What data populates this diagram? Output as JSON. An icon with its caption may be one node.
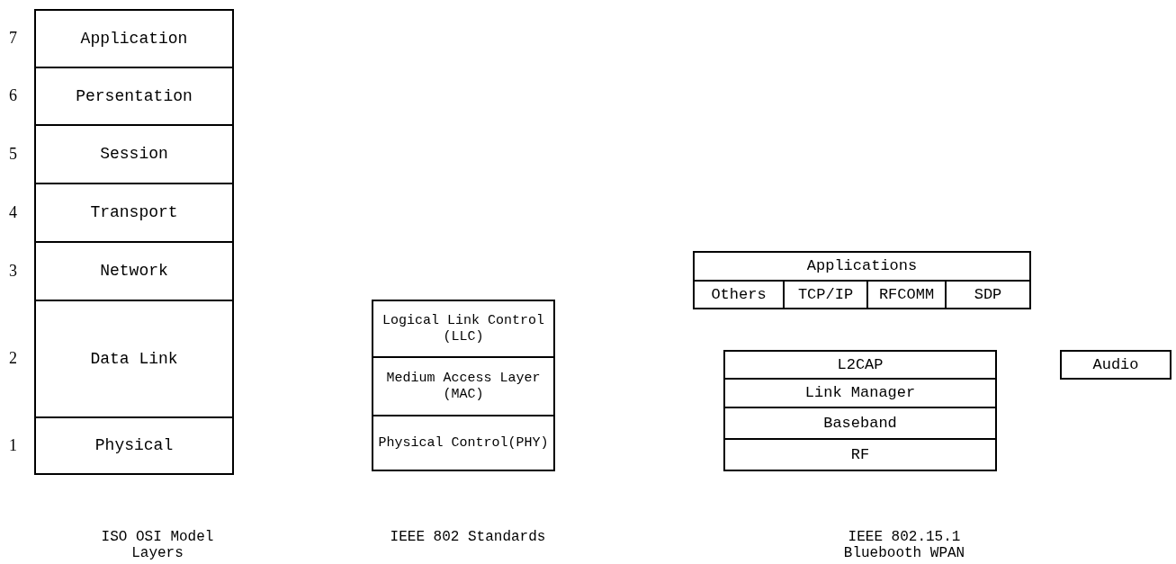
{
  "diagram": {
    "nodes": [
      {
        "text": [
          "Application"
        ],
        "beside": [
          "7"
        ]
      },
      {
        "text": [
          "Persentation"
        ],
        "beside": [
          "6"
        ]
      },
      {
        "text": [
          "Session"
        ],
        "beside": [
          "5"
        ]
      },
      {
        "text": [
          "Transport"
        ],
        "beside": [
          "4"
        ]
      },
      {
        "text": [
          "Network"
        ],
        "beside": [
          "3"
        ]
      },
      {
        "text": [
          "Data Link"
        ],
        "beside": [
          "2"
        ]
      },
      {
        "text": [
          "Physical"
        ],
        "beside": [
          "1"
        ]
      },
      {
        "text": [
          "Logical Link Control (LLC)"
        ]
      },
      {
        "text": [
          "Medium Access Layer (MAC)"
        ]
      },
      {
        "text": [
          "Physical Control(PHY)"
        ]
      },
      {
        "text": [
          "Applications"
        ]
      },
      {
        "text": [
          "Others"
        ]
      },
      {
        "text": [
          "TCP/IP"
        ]
      },
      {
        "text": [
          "RFCOMM"
        ]
      },
      {
        "text": [
          "SDP"
        ]
      },
      {
        "text": [
          "L2CAP"
        ]
      },
      {
        "text": [
          "Link Manager"
        ]
      },
      {
        "text": [
          "Baseband"
        ]
      },
      {
        "text": [
          "RF"
        ]
      },
      {
        "text": [
          "Audio"
        ]
      }
    ],
    "labels": [
      "ISO OSI Model Layers",
      "IEEE 802 Standards",
      "IEEE 802.15.1 Bluebooth WPAN"
    ]
  }
}
